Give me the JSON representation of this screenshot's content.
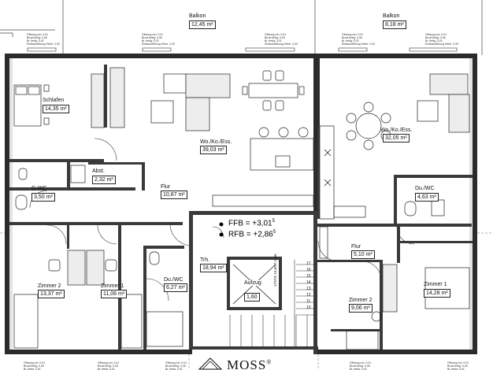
{
  "rooms": {
    "balkon_left": {
      "name": "Balkon",
      "area": "12,45 m²"
    },
    "balkon_right": {
      "name": "Balkon",
      "area": "8,18 m²"
    },
    "schlafen": {
      "name": "Schlafen",
      "area": "14,35 m²"
    },
    "wohnen_left": {
      "name": "Wo./Ko./Ess.",
      "area": "39,03 m²"
    },
    "wohnen_right": {
      "name": "Wo./Ko./Ess.",
      "area": "32,05 m²"
    },
    "abst": {
      "name": "Abst.",
      "area": "2,32 m²"
    },
    "gwc": {
      "name": "G-WC",
      "area": "3,50 m²"
    },
    "flur_left": {
      "name": "Flur",
      "area": "10,87 m²"
    },
    "du_wc_right": {
      "name": "Du./WC",
      "area": "4,63 m²"
    },
    "zimmer2_left": {
      "name": "Zimmer 2",
      "area": "13,37 m²"
    },
    "zimmer1_left": {
      "name": "Zimmer 1",
      "area": "11,06 m²"
    },
    "du_wc_left": {
      "name": "Du./WC",
      "area": "6,27 m²"
    },
    "trh": {
      "name": "Trh.",
      "area": "18,94 m²"
    },
    "aufzug": {
      "name": "Aufzug",
      "size": "1,60"
    },
    "flur_right": {
      "name": "Flur",
      "area": "5,10 m²"
    },
    "zimmer2_right": {
      "name": "Zimmer 2",
      "area": "9,06 m²"
    },
    "zimmer1_right": {
      "name": "Zimmer 1",
      "area": "14,28 m²"
    }
  },
  "levels": {
    "ffb": {
      "label": "FFB = +3,01",
      "sup": "5"
    },
    "rfb": {
      "label": "RFB = +2,86",
      "sup": "5"
    }
  },
  "stairs": {
    "steps": [
      "17",
      "16",
      "15",
      "14",
      "13",
      "12",
      "11",
      "10"
    ],
    "note": "17STG 16,5/27,1 cm"
  },
  "window_note": "Öffnung roh: 0,01\nBrust.fertig: 0,46\nBr. fertig: 0,01\nRohbauöffnung Höhe: 2,00",
  "logo": {
    "text": "MOSS",
    "mark": "®"
  },
  "colors": {
    "wall": "#2b2b2b",
    "fill": "#e9e9e9",
    "line": "#222222"
  }
}
